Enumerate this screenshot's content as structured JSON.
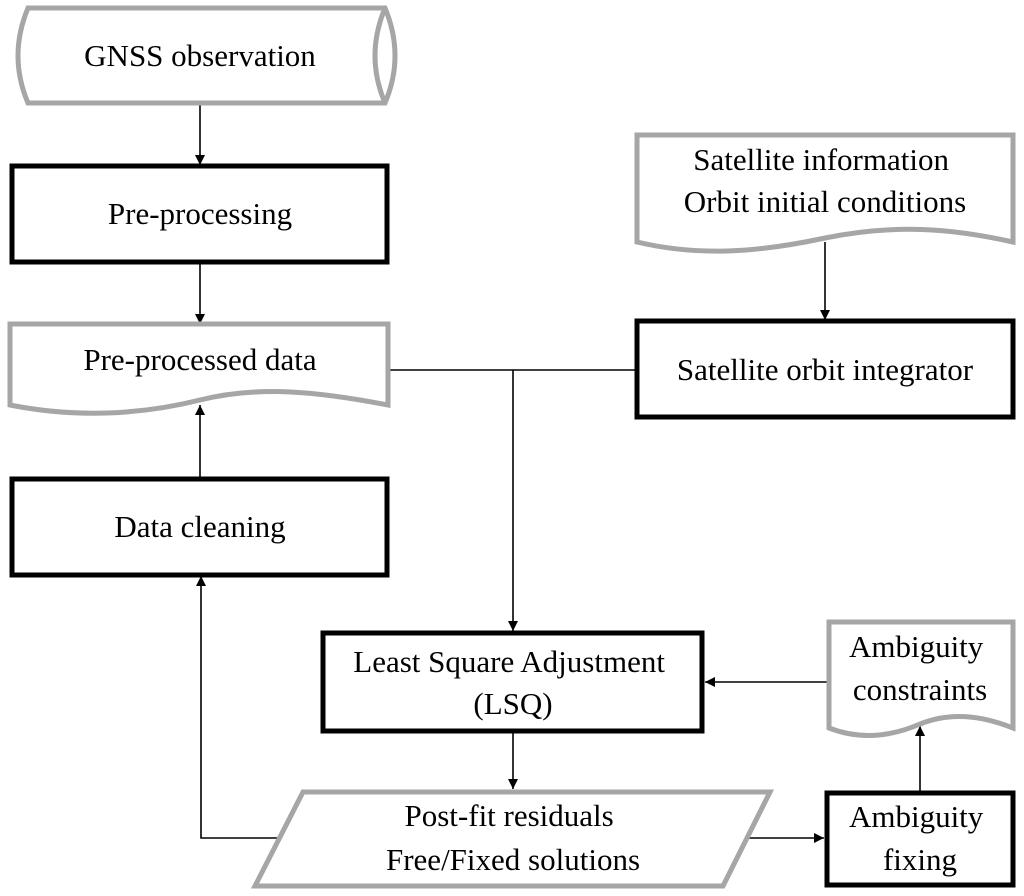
{
  "nodes": {
    "gnss_observation": {
      "lines": [
        "GNSS observation"
      ]
    },
    "pre_processing": {
      "lines": [
        "Pre-processing"
      ]
    },
    "pre_processed_data": {
      "lines": [
        "Pre-processed data"
      ]
    },
    "data_cleaning": {
      "lines": [
        "Data cleaning"
      ]
    },
    "satellite_info": {
      "lines": [
        "Satellite information",
        "Orbit initial conditions"
      ]
    },
    "orbit_integrator": {
      "lines": [
        "Satellite orbit integrator"
      ]
    },
    "lsq": {
      "lines": [
        "Least Square Adjustment",
        "(LSQ)"
      ]
    },
    "ambiguity_constraints": {
      "lines": [
        "Ambiguity",
        "constraints"
      ]
    },
    "post_fit": {
      "lines": [
        "Post-fit residuals",
        "Free/Fixed solutions"
      ]
    },
    "ambiguity_fixing": {
      "lines": [
        "Ambiguity",
        "fixing"
      ]
    }
  },
  "colors": {
    "process_border": "#000000",
    "data_border": "#a6a6a6",
    "connector": "#000000",
    "text": "#000000"
  }
}
